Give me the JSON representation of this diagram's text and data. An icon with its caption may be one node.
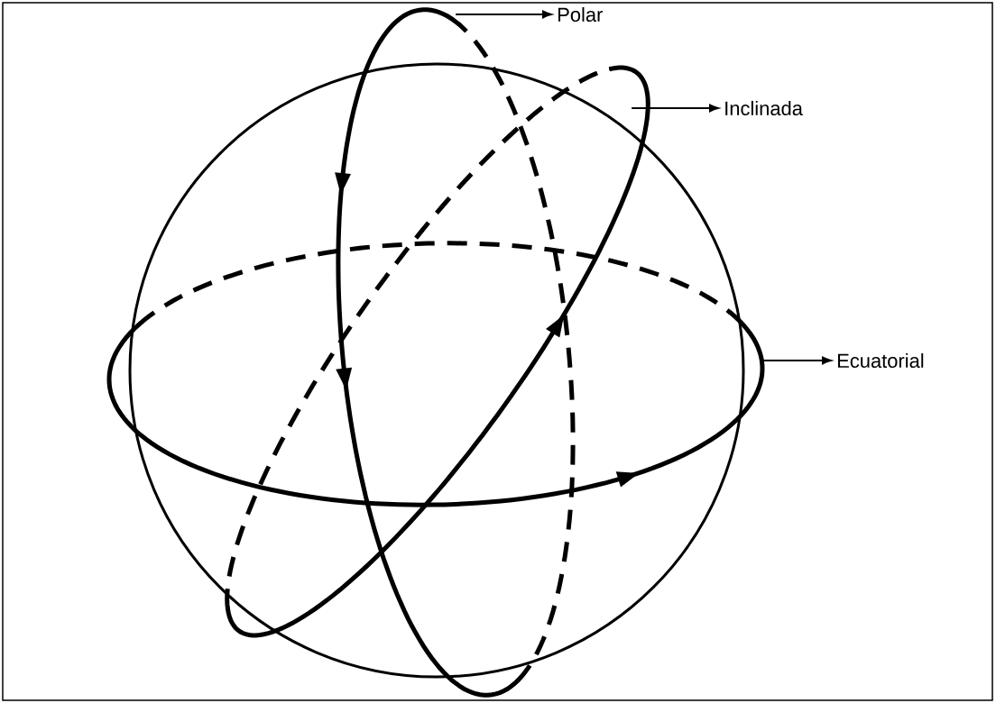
{
  "diagram": {
    "nodes": [
      {
        "text": [
          "Polar"
        ]
      },
      {
        "text": [
          "Inclinada"
        ]
      },
      {
        "text": [
          "Ecuatorial"
        ]
      },
      {
        "text": [],
        "shape": "ellipse"
      },
      {
        "text": [],
        "shape": "ellipse"
      },
      {
        "text": [],
        "shape": "ellipse"
      }
    ],
    "edges": [
      {
        "from": 3,
        "to": 0,
        "arrow": "to"
      },
      {
        "from": 4,
        "to": 1,
        "arrow": "to"
      },
      {
        "from": 5,
        "to": 2,
        "arrow": "to"
      }
    ]
  }
}
